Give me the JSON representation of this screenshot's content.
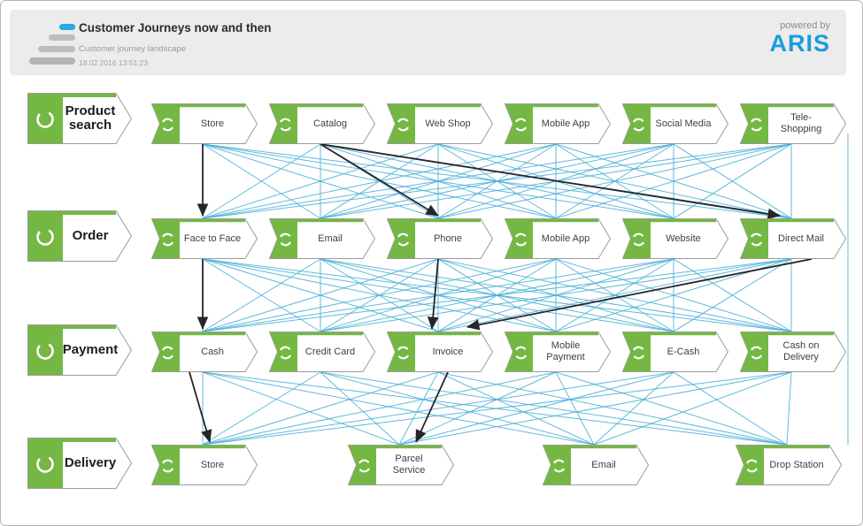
{
  "header": {
    "title": "Customer Journeys now and then",
    "subtitle": "Customer journey landscape",
    "timestamp": "18.02.2016 13:51:23",
    "powered_by": "powered by",
    "brand": "ARIS",
    "logo_icon": "funnel-stack-icon"
  },
  "colors": {
    "green": "#74b843",
    "blue_line": "#44aed6",
    "arrow": "#262626",
    "node_border": "#9b9b9b",
    "brand_blue": "#1b9dd9",
    "header_bg": "#ececec",
    "logo_blue": "#29a9e0",
    "logo_gray": "#bdbdbd"
  },
  "rows": [
    {
      "id": "product-search",
      "label": "Product search",
      "icon": "cycle-icon",
      "nodes": [
        {
          "lines": [
            "Store"
          ]
        },
        {
          "lines": [
            "Catalog"
          ]
        },
        {
          "lines": [
            "Web Shop"
          ]
        },
        {
          "lines": [
            "Mobile App"
          ]
        },
        {
          "lines": [
            "Social Media"
          ]
        },
        {
          "lines": [
            "Tele-",
            "Shopping"
          ]
        }
      ]
    },
    {
      "id": "order",
      "label": "Order",
      "icon": "cycle-icon",
      "nodes": [
        {
          "lines": [
            "Face to Face"
          ]
        },
        {
          "lines": [
            "Email"
          ]
        },
        {
          "lines": [
            "Phone"
          ]
        },
        {
          "lines": [
            "Mobile App"
          ]
        },
        {
          "lines": [
            "Website"
          ]
        },
        {
          "lines": [
            "Direct Mail"
          ]
        }
      ]
    },
    {
      "id": "payment",
      "label": "Payment",
      "icon": "cycle-icon",
      "nodes": [
        {
          "lines": [
            "Cash"
          ]
        },
        {
          "lines": [
            "Credit Card"
          ]
        },
        {
          "lines": [
            "Invoice"
          ]
        },
        {
          "lines": [
            "Mobile",
            "Payment"
          ]
        },
        {
          "lines": [
            "E-Cash"
          ]
        },
        {
          "lines": [
            "Cash on",
            "Delivery"
          ]
        }
      ]
    },
    {
      "id": "delivery",
      "label": "Delivery",
      "icon": "cycle-icon",
      "nodes": [
        {
          "lines": [
            "Store"
          ]
        },
        {
          "lines": [
            "Parcel",
            "Service"
          ]
        },
        {
          "lines": [
            "Email"
          ]
        },
        {
          "lines": [
            "Drop Station"
          ]
        }
      ]
    }
  ],
  "connections": {
    "mesh": [
      {
        "from_row": "product-search",
        "to_row": "order",
        "type": "all-to-all"
      },
      {
        "from_row": "order",
        "to_row": "payment",
        "type": "all-to-all"
      },
      {
        "from_row": "payment",
        "to_row": "delivery",
        "type": "all-to-all"
      }
    ],
    "arrows": [
      {
        "from": [
          0,
          0
        ],
        "to": [
          1,
          0
        ],
        "desc": "Store to Face to Face"
      },
      {
        "from": [
          0,
          1
        ],
        "to": [
          1,
          2
        ],
        "desc": "Catalog to Phone"
      },
      {
        "from": [
          0,
          1
        ],
        "to": [
          1,
          5
        ],
        "desc": "Catalog to Direct Mail"
      },
      {
        "from": [
          1,
          0
        ],
        "to": [
          2,
          0
        ],
        "desc": "Face to Face to Cash"
      },
      {
        "from": [
          1,
          2
        ],
        "to": [
          2,
          2
        ],
        "desc": "Phone to Invoice"
      },
      {
        "from": [
          1,
          5
        ],
        "to": [
          2,
          2
        ],
        "desc": "Direct Mail to Invoice"
      },
      {
        "from": [
          2,
          0
        ],
        "to": [
          3,
          0
        ],
        "desc": "Cash to Store"
      },
      {
        "from": [
          2,
          2
        ],
        "to": [
          3,
          1
        ],
        "desc": "Invoice to Parcel Service"
      }
    ]
  }
}
